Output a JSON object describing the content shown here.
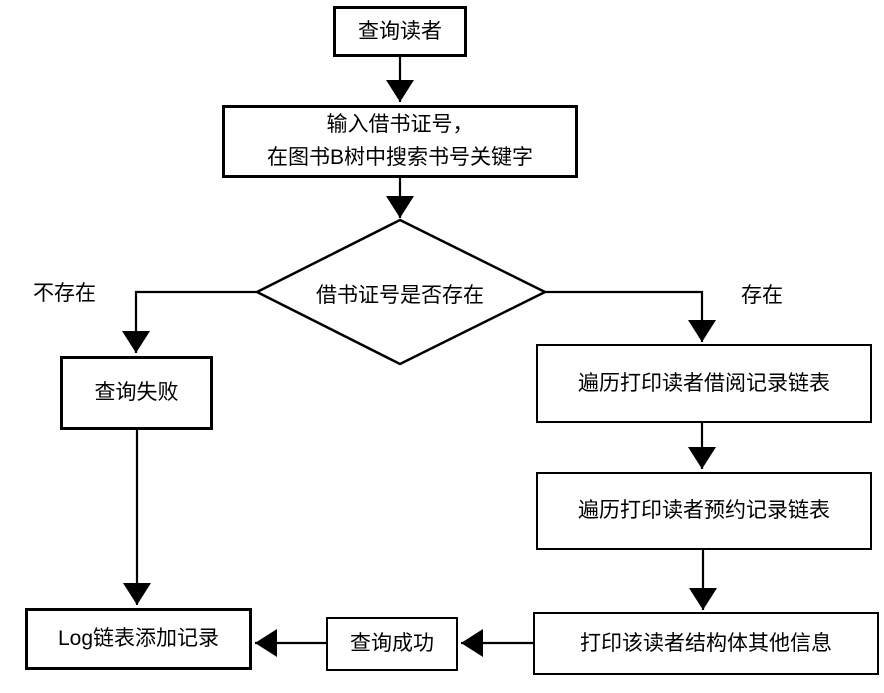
{
  "flowchart": {
    "title": "reader-query-flowchart",
    "colors": {
      "stroke": "#000000",
      "background": "#ffffff",
      "text": "#000000"
    },
    "nodes": {
      "query_reader": {
        "label": "查询读者"
      },
      "input_step": {
        "line1": "输入借书证号，",
        "line2": "在图书B树中搜索书号关键字"
      },
      "decision": {
        "label": "借书证号是否存在"
      },
      "query_fail": {
        "label": "查询失败"
      },
      "log_record": {
        "label": "Log链表添加记录"
      },
      "traverse_borrow": {
        "label": "遍历打印读者借阅记录链表"
      },
      "traverse_reserve": {
        "label": "遍历打印读者预约记录链表"
      },
      "print_other_info": {
        "label": "打印该读者结构体其他信息"
      },
      "query_success": {
        "label": "查询成功"
      }
    },
    "edge_labels": {
      "not_exist": "不存在",
      "exist": "存在"
    }
  }
}
